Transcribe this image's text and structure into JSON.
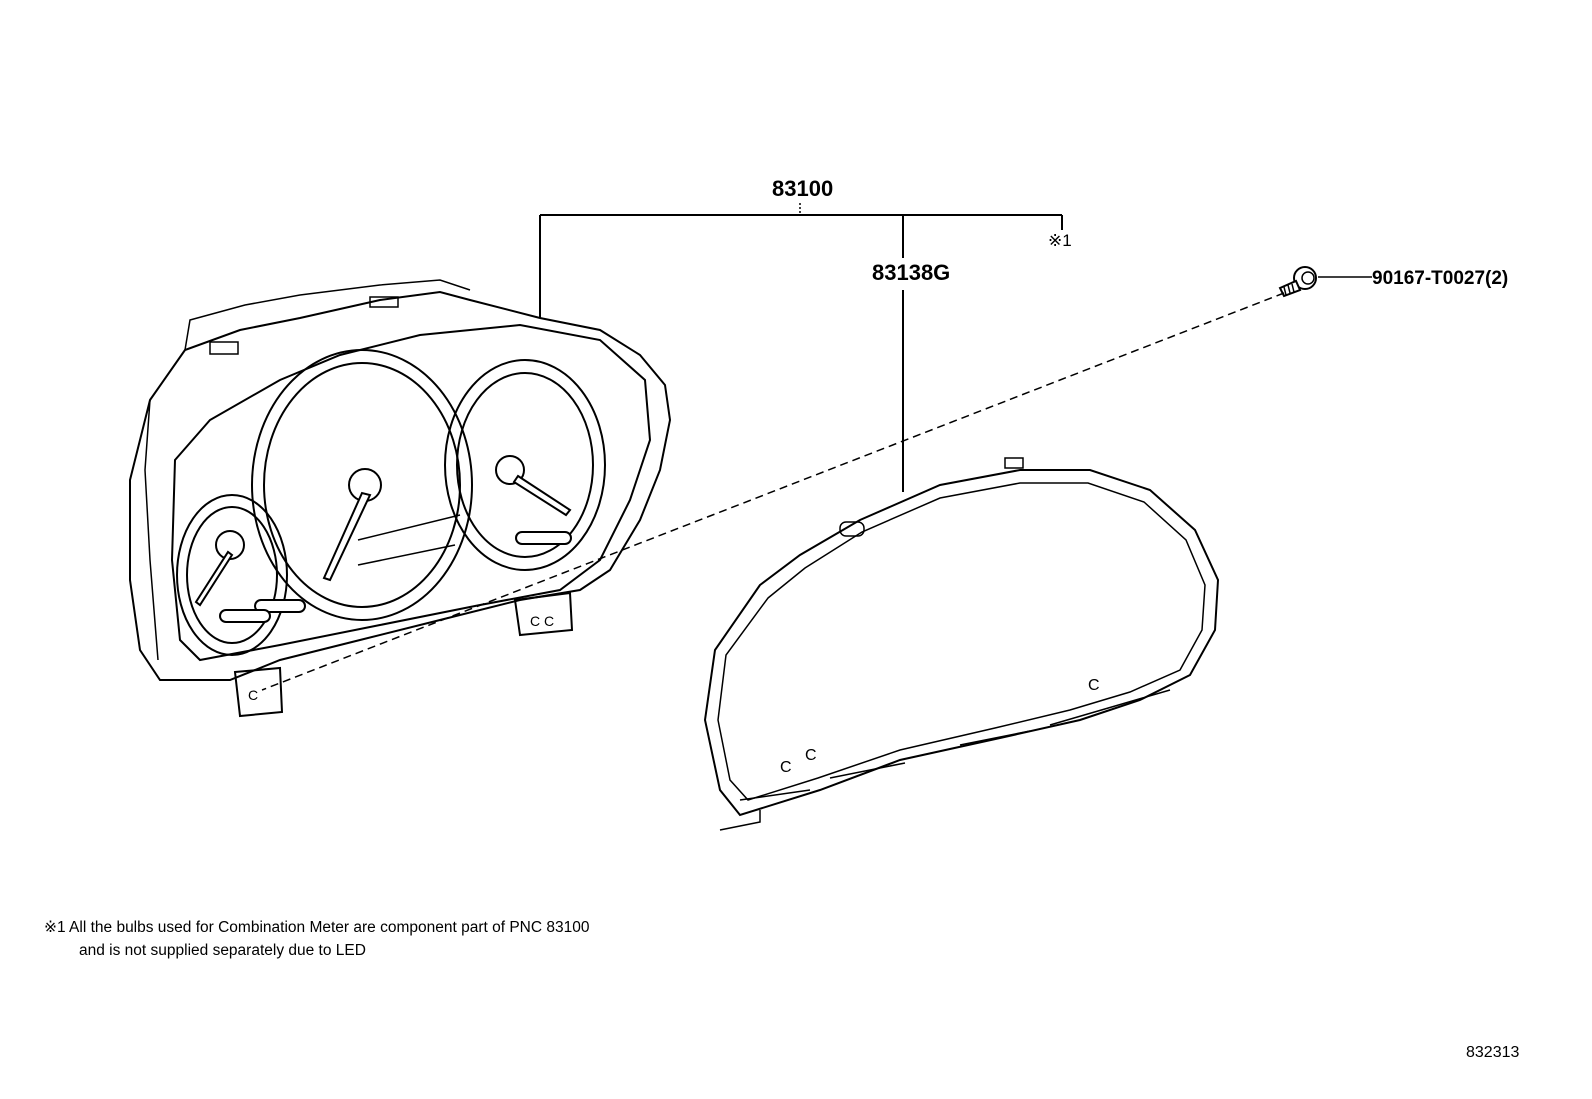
{
  "labels": {
    "combination_meter": "83100",
    "glass_cover": "83138G",
    "bulb_note_ref": "※1",
    "screw": "90167-T0027(2)"
  },
  "notes": {
    "line1": "※1 All the bulbs used for Combination Meter are component part of PNC 83100",
    "line2": "and is not supplied separately due to LED"
  },
  "illustration_id": "832313"
}
